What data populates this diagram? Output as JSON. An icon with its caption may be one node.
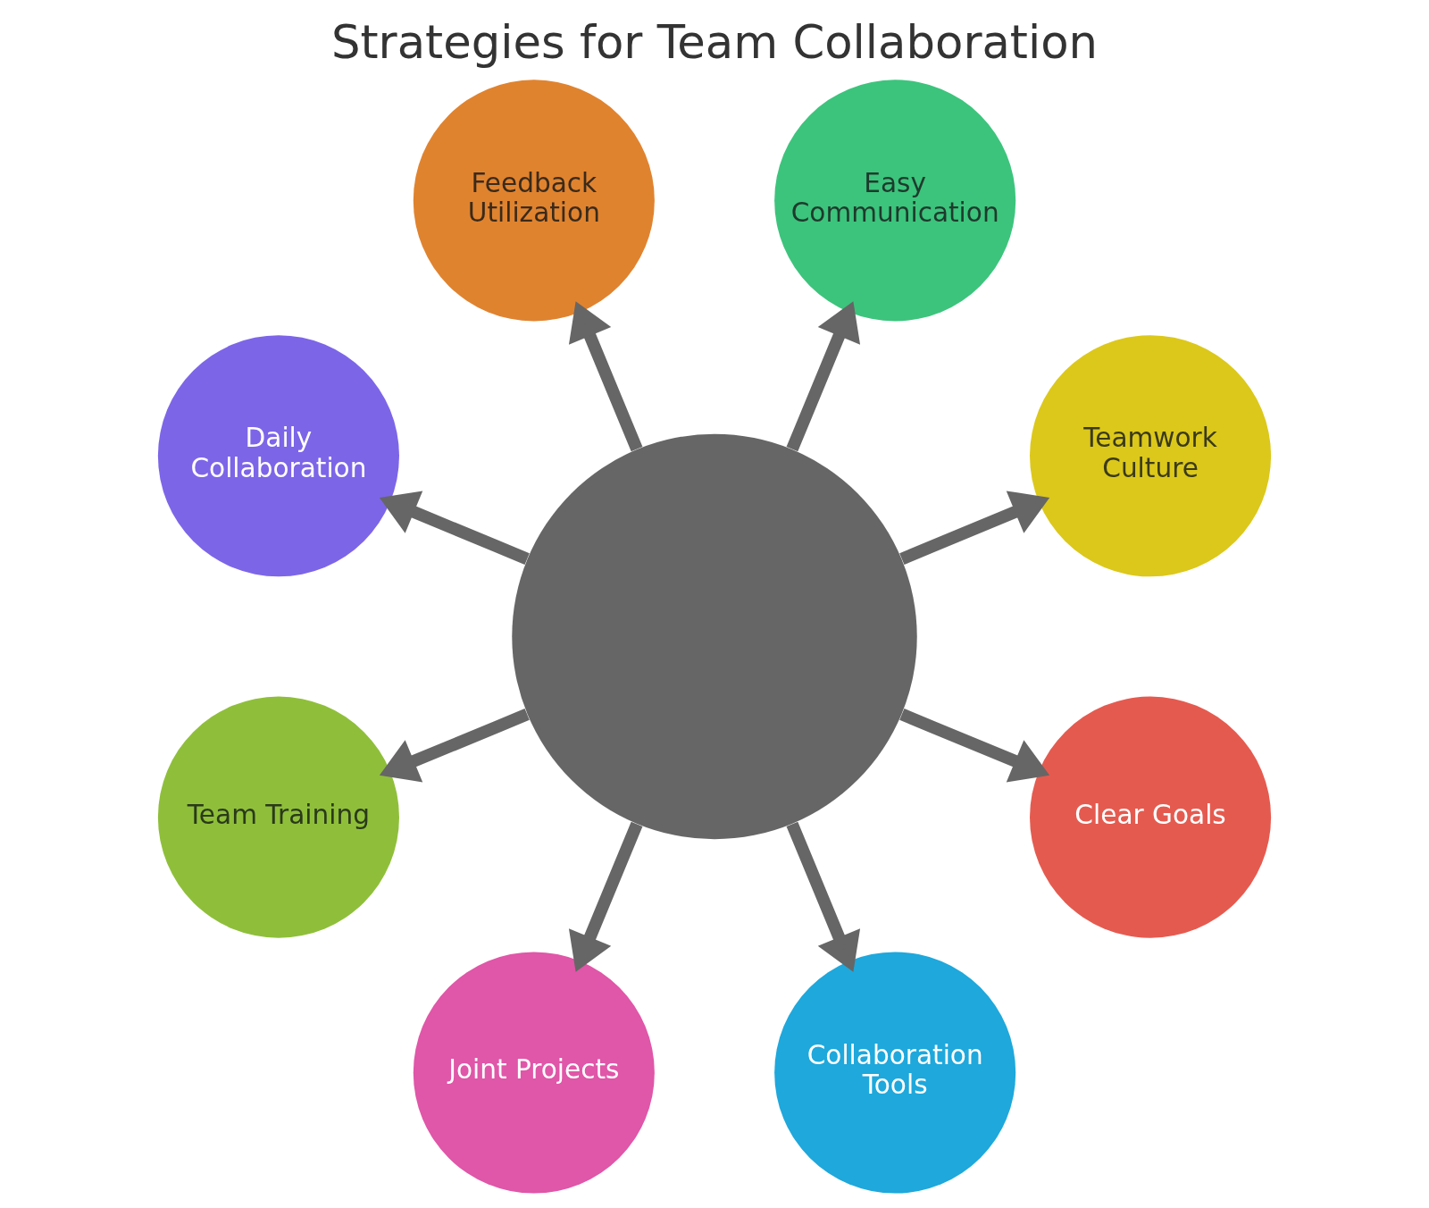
{
  "diagram": {
    "title": "Strategies for Team Collaboration",
    "nodes": [
      {
        "text": [],
        "shape": "circle"
      },
      {
        "text": [
          "Feedback Utilization"
        ]
      },
      {
        "text": [
          "Easy Communication"
        ]
      },
      {
        "text": [
          "Daily Collaboration"
        ]
      },
      {
        "text": [
          "Teamwork Culture"
        ]
      },
      {
        "text": [
          "Team Training"
        ]
      },
      {
        "text": [
          "Clear Goals"
        ]
      },
      {
        "text": [
          "Joint Projects"
        ]
      },
      {
        "text": [
          "Collaboration Tools"
        ]
      }
    ],
    "edges": [
      {
        "from": 0,
        "to": 1,
        "arrow": "to"
      },
      {
        "from": 0,
        "to": 2,
        "arrow": "to"
      },
      {
        "from": 0,
        "to": 4,
        "arrow": "to"
      },
      {
        "from": 0,
        "to": 6,
        "arrow": "to"
      },
      {
        "from": 0,
        "to": 8,
        "arrow": "to"
      },
      {
        "from": 0,
        "to": 7,
        "arrow": "to"
      },
      {
        "from": 0,
        "to": 5,
        "arrow": "to"
      },
      {
        "from": 0,
        "to": 3,
        "arrow": "to"
      }
    ]
  }
}
